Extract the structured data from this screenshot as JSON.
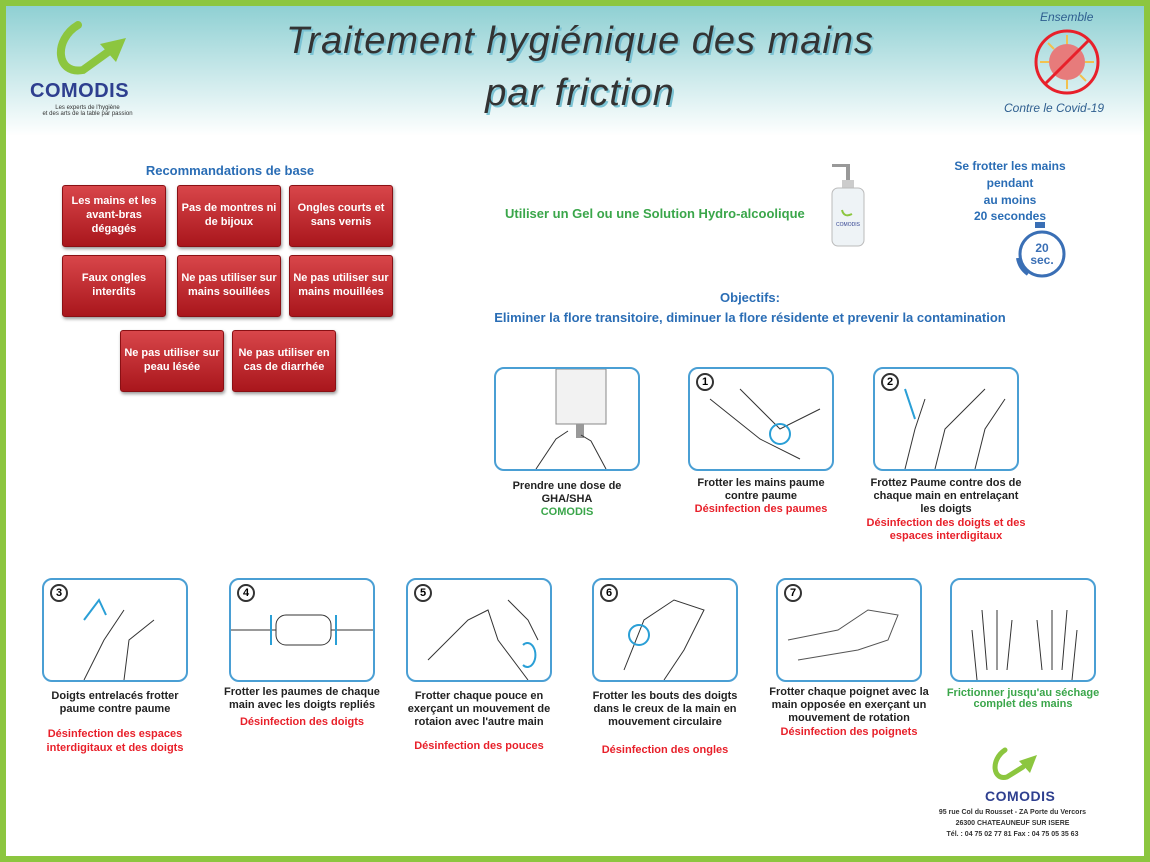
{
  "header": {
    "title_line1": "Traitement hygiénique des mains",
    "title_line2": "par friction",
    "logo_name": "COMODIS",
    "logo_tagline1": "Les experts de l'hygiène",
    "logo_tagline2": "et des arts de la table par passion",
    "covid_top": "Ensemble",
    "covid_bottom": "Contre le Covid-19"
  },
  "recommendations": {
    "title": "Recommandations de base",
    "items": [
      "Les mains et les avant-bras dégagés",
      "Pas de montres ni de bijoux",
      "Ongles courts et sans vernis",
      "Faux ongles interdits",
      "Ne pas utiliser sur mains souillées",
      "Ne pas utiliser sur mains mouillées",
      "Ne pas utiliser sur peau lésée",
      "Ne pas utiliser en cas de diarrhée"
    ]
  },
  "gel": {
    "text": "Utiliser un Gel ou une Solution Hydro-alcoolique",
    "bottle_label": "COMODIS"
  },
  "timer": {
    "line1": "Se frotter les mains pendant",
    "line2": "au moins",
    "line3": "20 secondes",
    "badge1": "20",
    "badge2": "sec."
  },
  "objectives": {
    "title": "Objectifs:",
    "text": "Eliminer la flore transitoire, diminuer la flore résidente et  prevenir la contamination"
  },
  "steps": [
    {
      "num": "",
      "caption": "Prendre une dose de GHA/SHA",
      "extra": "COMODIS",
      "result": ""
    },
    {
      "num": "1",
      "caption": "Frotter les mains paume contre paume",
      "extra": "",
      "result": "Désinfection des paumes"
    },
    {
      "num": "2",
      "caption": "Frottez Paume contre dos de chaque main  en entrelaçant les doigts",
      "extra": "",
      "result": "Désinfection des doigts et des espaces interdigitaux"
    },
    {
      "num": "3",
      "caption": "Doigts entrelacés frotter paume contre paume",
      "extra": "",
      "result": "Désinfection des espaces interdigitaux et des doigts"
    },
    {
      "num": "4",
      "caption": "Frotter les paumes de chaque main avec les doigts repliés",
      "extra": "",
      "result": "Désinfection des doigts"
    },
    {
      "num": "5",
      "caption": "Frotter chaque pouce en exerçant un mouvement de rotaion avec l'autre main",
      "extra": "",
      "result": "Désinfection des pouces"
    },
    {
      "num": "6",
      "caption": "Frotter les bouts des doigts dans le creux de la main en mouvement circulaire",
      "extra": "",
      "result": "Désinfection des ongles"
    },
    {
      "num": "7",
      "caption": "Frotter chaque poignet avec la main opposée en exerçant un mouvement de rotation",
      "extra": "",
      "result": "Désinfection des poignets"
    },
    {
      "num": "",
      "caption": "Frictionner jusqu'au séchage complet des mains",
      "extra": "",
      "result": ""
    }
  ],
  "footer": {
    "logo_name": "COMODIS",
    "addr1": "95 rue Col du Rousset -  ZA Porte du Vercors",
    "addr2": "26300 CHATEAUNEUF SUR ISERE",
    "addr3": "Tél. : 04 75 02 77 81 Fax : 04 75 05 35 63"
  }
}
